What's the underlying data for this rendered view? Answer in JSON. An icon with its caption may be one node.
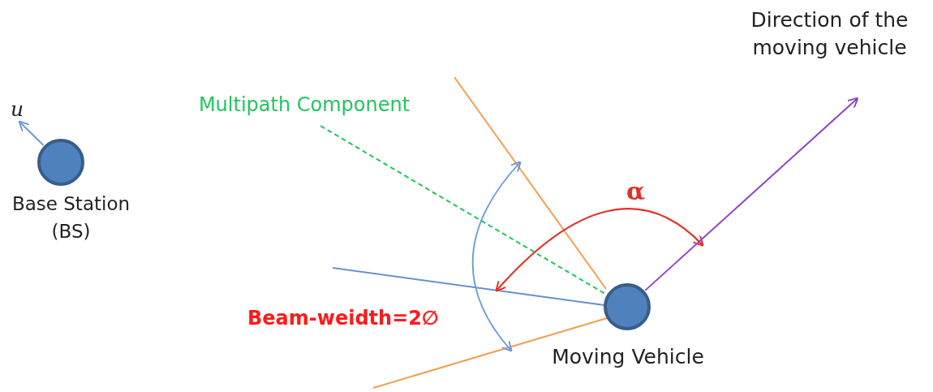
{
  "diagram": {
    "nodes": [
      {
        "text": [
          "Base Station (BS)"
        ]
      },
      {
        "text": [
          "Moving Vehicle"
        ]
      },
      {
        "text": [
          "Direction of the moving vehicle"
        ]
      },
      {
        "text": [
          "Multipath Component"
        ]
      },
      {
        "text": [
          "u"
        ]
      }
    ],
    "edges": [
      {
        "from": 0,
        "to": 4,
        "arrow": "to",
        "color": "#6a9bd8"
      },
      {
        "from": 1,
        "to": 2,
        "arrow": "to",
        "color": "#8e44c8"
      },
      {
        "from": 3,
        "to": 1,
        "arrow": "none",
        "style": "dashed",
        "color": "#22c55e"
      }
    ],
    "labels": [
      "α",
      "Beam-weidth=2∅"
    ]
  }
}
